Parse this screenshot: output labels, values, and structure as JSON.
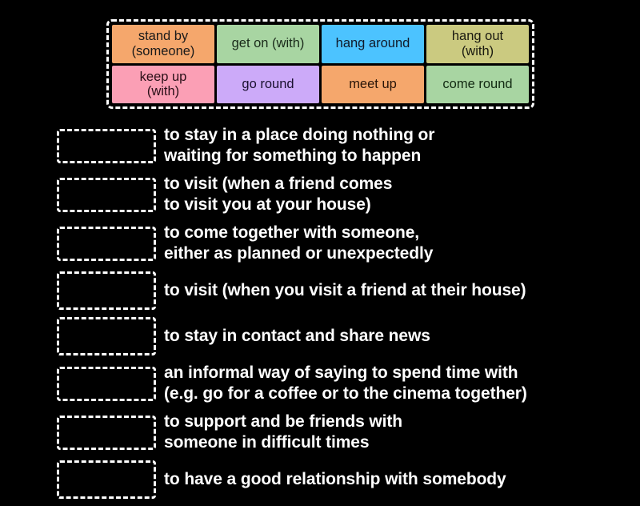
{
  "background_color": "#000000",
  "tile_bank": {
    "border_color": "#ffffff",
    "tiles": [
      {
        "label": "stand by\n(someone)",
        "color": "#f5a76c",
        "text_color": "#1a1a1a"
      },
      {
        "label": "get on (with)",
        "color": "#a8d5a2",
        "text_color": "#1a2a1a"
      },
      {
        "label": "hang around",
        "color": "#4cc3ff",
        "text_color": "#101a2a"
      },
      {
        "label": "hang out\n(with)",
        "color": "#cbca80",
        "text_color": "#1a1a10"
      },
      {
        "label": "keep up\n(with)",
        "color": "#fb9fb5",
        "text_color": "#2a1018"
      },
      {
        "label": "go round",
        "color": "#ccaaf9",
        "text_color": "#1a1030"
      },
      {
        "label": "meet up",
        "color": "#f5a76c",
        "text_color": "#2a1508"
      },
      {
        "label": "come round",
        "color": "#a8d5a2",
        "text_color": "#122a12"
      }
    ]
  },
  "definitions": {
    "text_color": "#ffffff",
    "items": [
      {
        "drop_zone_placeholder": "",
        "text": "to stay in a place doing nothing or\nwaiting for something to happen",
        "lines": 2
      },
      {
        "drop_zone_placeholder": "",
        "text": "to visit (when a friend comes\nto visit you at your house)",
        "lines": 2
      },
      {
        "drop_zone_placeholder": "",
        "text": "to come together with someone,\neither as planned or unexpectedly",
        "lines": 2
      },
      {
        "drop_zone_placeholder": "",
        "text": "to visit (when you visit a friend at their house)",
        "lines": 1
      },
      {
        "drop_zone_placeholder": "",
        "text": "to stay in contact and share news",
        "lines": 1
      },
      {
        "drop_zone_placeholder": "",
        "text": "an informal way of saying to spend time with\n(e.g. go for a coffee or to the cinema together)",
        "lines": 2
      },
      {
        "drop_zone_placeholder": "",
        "text": "to support and be friends with\nsomeone in difficult times",
        "lines": 2
      },
      {
        "drop_zone_placeholder": "",
        "text": "to have a good relationship with somebody",
        "lines": 1
      }
    ]
  }
}
